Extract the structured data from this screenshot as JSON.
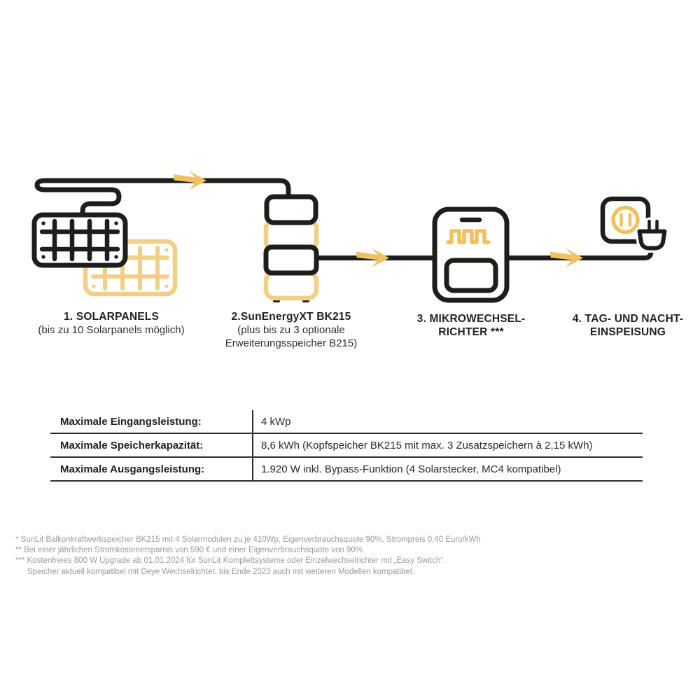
{
  "colors": {
    "ink": "#1d1d1b",
    "gold": "#efc25f",
    "gold-light": "#f2cf87",
    "text": "#222222",
    "muted": "#9a9a9a",
    "line": "#2e2e2e"
  },
  "diagram": {
    "steps": [
      {
        "icon": "solar-panels-icon",
        "label_line1": "1. SOLARPANELS",
        "label_line2": "(bis zu 10 Solarpanels möglich)"
      },
      {
        "icon": "battery-storage-icon",
        "label_line1": "2.SunEnergyXT BK215",
        "label_line2": "(plus bis zu 3 optionale",
        "label_line3": "Erweiterungsspeicher B215)"
      },
      {
        "icon": "micro-inverter-icon",
        "label_line1": "3. MIKROWECHSEL-",
        "label_line2": "RICHTER ***"
      },
      {
        "icon": "power-outlet-plug-icon",
        "label_line1": "4. TAG- UND NACHT-",
        "label_line2": "EINSPEISUNG"
      }
    ]
  },
  "specs_table": {
    "rows": [
      {
        "label": "Maximale Eingangsleistung:",
        "value": "4 kWp"
      },
      {
        "label": "Maximale Speicherkapazität:",
        "value": "8,6 kWh (Kopfspeicher BK215 mit max. 3 Zusatzspeichern à 2,15 kWh)"
      },
      {
        "label": "Maximale Ausgangsleistung:",
        "value": "1.920 W inkl. Bypass-Funktion (4 Solarstecker, MC4 kompatibel)"
      }
    ]
  },
  "footnotes": [
    "* SunLit Balkonkraftwerkspeicher BK215 mit 4 Solarmodulen zu je 410Wp, Eigenverbrauchsquote 90%, Strompreis 0,40 Euro/kWh",
    "** Bei einer jährlichen Stromkostenersparnis von 590 € und einer Eigenverbrauchsquote von 90%",
    "*** Kostenfreies 800 W Upgrade ab 01.01.2024 für SunLit Komplettsysteme oder Einzelwechselrichter mit „Easy Switch“.",
    "Speicher aktuell kompatibel mit Deye Wechselrichter, bis Ende 2023 auch mit weiteren Modellen kompatibel."
  ]
}
